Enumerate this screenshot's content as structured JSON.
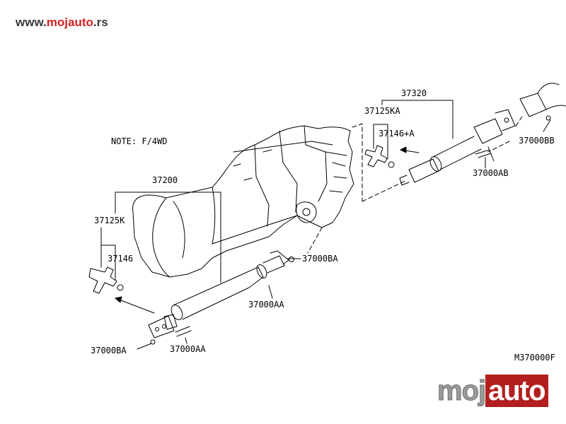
{
  "header": {
    "url_prefix": "www.",
    "url_brand": "mojauto",
    "url_suffix": ".rs"
  },
  "diagram": {
    "note": "NOTE: F/4WD",
    "drawing_code": "M370000F",
    "labels": {
      "rear_shaft": "37200",
      "rear_journal_kit": "37125K",
      "rear_snap_ring": "37146",
      "front_shaft": "37320",
      "front_journal_kit": "37125KA",
      "front_snap_ring": "37146+A",
      "nut_rear_front": "37000BA",
      "bolt_rear_front": "37000AA",
      "nut_rear_end": "37000BA",
      "bolt_rear_end": "37000AA",
      "bolt_front": "37000AB",
      "nut_front": "37000BB"
    }
  },
  "watermark": {
    "part_a": "moj",
    "part_b": "auto"
  }
}
